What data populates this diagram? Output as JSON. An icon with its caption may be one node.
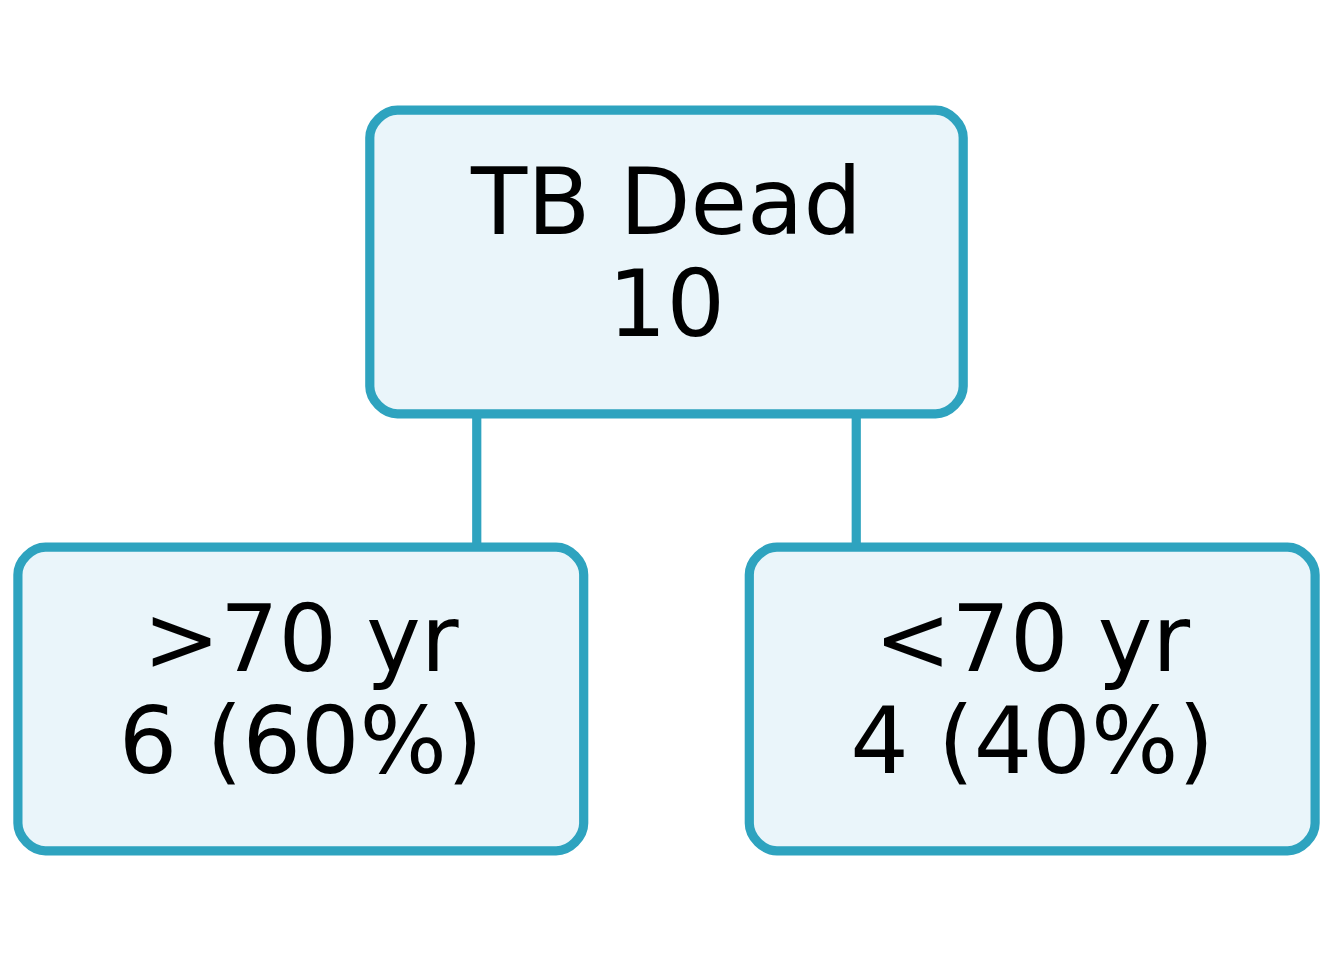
{
  "diagram": {
    "nodes": [
      {
        "text": [
          "TB Dead",
          "10"
        ]
      },
      {
        "text": [
          ">70 yr",
          "6 (60%)"
        ]
      },
      {
        "text": [
          "<70 yr",
          "4 (40%)"
        ]
      }
    ],
    "edges": [
      {
        "from": 0,
        "to": 1,
        "arrow": "none"
      },
      {
        "from": 0,
        "to": 2,
        "arrow": "none"
      }
    ]
  }
}
